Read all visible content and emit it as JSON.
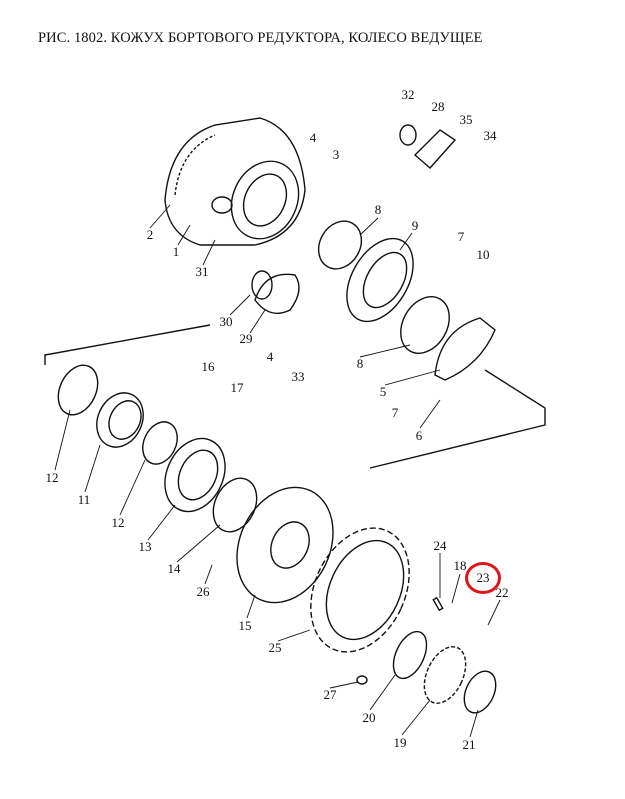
{
  "title": "РИС. 1802. КОЖУХ БОРТОВОГО РЕДУКТОРА, КОЛЕСО ВЕДУЩЕЕ",
  "highlight_color": "#e0141b",
  "highlighted_part": "23",
  "labels": [
    "32",
    "28",
    "35",
    "34",
    "4",
    "3",
    "8",
    "9",
    "7",
    "10",
    "2",
    "1",
    "31",
    "30",
    "29",
    "4",
    "33",
    "8",
    "5",
    "7",
    "6",
    "16",
    "17",
    "12",
    "11",
    "12",
    "13",
    "14",
    "26",
    "15",
    "24",
    "18",
    "23",
    "22",
    "25",
    "27",
    "20",
    "19",
    "21"
  ]
}
